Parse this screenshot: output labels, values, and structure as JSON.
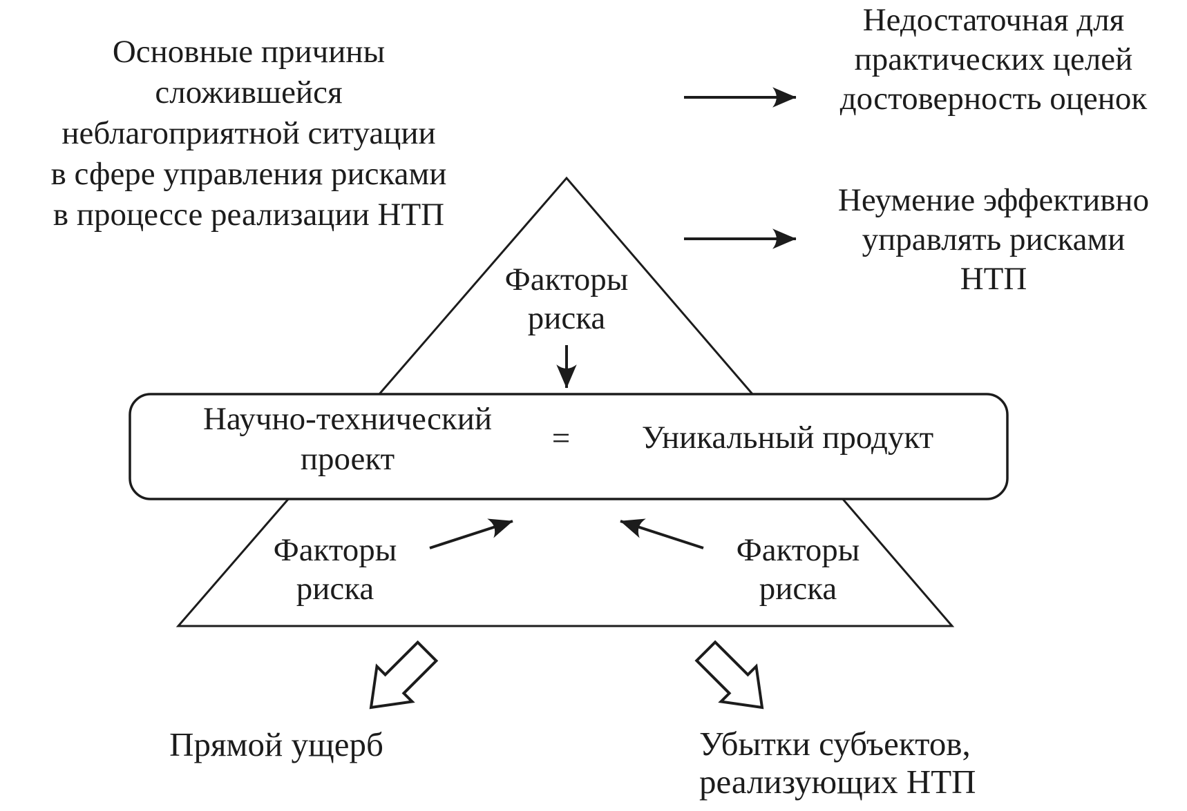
{
  "colors": {
    "ink": "#1c1c1c",
    "background": "#ffffff"
  },
  "top_left_block": {
    "lines": [
      "Основные причины",
      "сложившейся",
      "неблагоприятной ситуации",
      "в сфере управления рисками",
      "в процессе реализации НТП"
    ]
  },
  "consequence_top": {
    "lines": [
      "Недостаточная для",
      "практических целей",
      "достоверность оценок"
    ]
  },
  "consequence_bottom": {
    "lines": [
      "Неумение эффективно",
      "управлять рисками",
      "НТП"
    ]
  },
  "triangle": {
    "top_label": {
      "lines": [
        "Факторы",
        "риска"
      ]
    },
    "bottom_left_label": {
      "lines": [
        "Факторы",
        "риска"
      ]
    },
    "bottom_right_label": {
      "lines": [
        "Факторы",
        "риска"
      ]
    }
  },
  "equation_box": {
    "left": {
      "lines": [
        "Научно-технический",
        "проект"
      ]
    },
    "equals": "=",
    "right": "Уникальный продукт"
  },
  "outcomes": {
    "left": "Прямой ущерб",
    "right": {
      "lines": [
        "Убытки субъектов,",
        "реализующих НТП"
      ]
    }
  }
}
